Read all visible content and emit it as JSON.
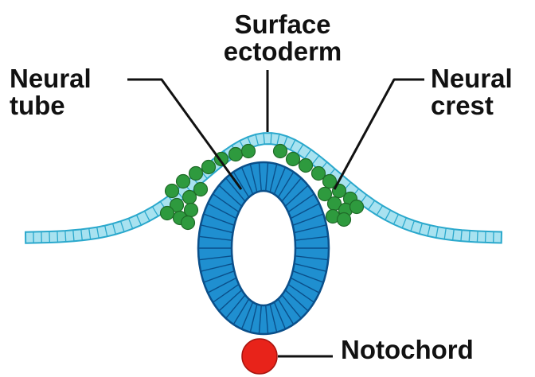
{
  "labels": {
    "surface_ectoderm": {
      "line1": "Surface",
      "line2": "ectoderm"
    },
    "neural_tube": {
      "line1": "Neural",
      "line2": "tube"
    },
    "neural_crest": {
      "line1": "Neural",
      "line2": "crest"
    },
    "notochord": {
      "line1": "Notochord"
    }
  },
  "colors": {
    "ectoderm_fill": "#a8e2f0",
    "ectoderm_stroke": "#2aa8cc",
    "tube_fill": "#1f8fd0",
    "tube_stroke": "#0a4f8a",
    "crest_cell": "#2e9a3e",
    "crest_stroke": "#1f6a28",
    "notochord": "#e8231a",
    "leader_line": "#111111"
  }
}
